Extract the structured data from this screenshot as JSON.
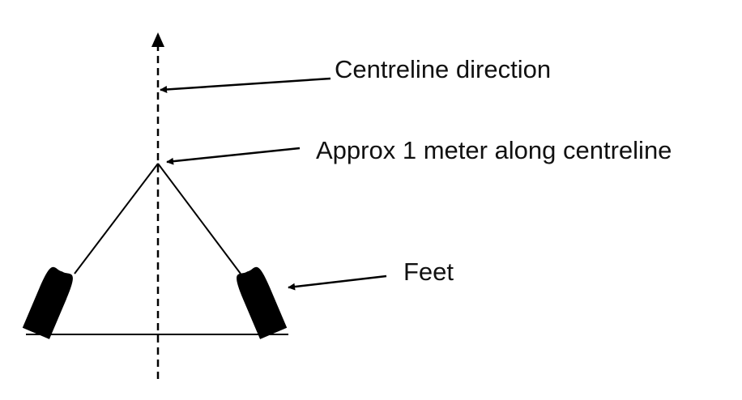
{
  "labels": {
    "centreline": "Centreline direction",
    "apex": "Approx 1 meter along centreline",
    "feet": "Feet"
  },
  "colors": {
    "ink": "#000000",
    "background": "#ffffff"
  }
}
